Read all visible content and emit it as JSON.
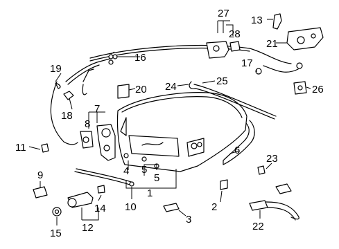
{
  "diagram": {
    "callouts": [
      {
        "id": "c1",
        "text": "1"
      },
      {
        "id": "c2",
        "text": "2"
      },
      {
        "id": "c3",
        "text": "3"
      },
      {
        "id": "c4",
        "text": "4"
      },
      {
        "id": "c5a",
        "text": "5"
      },
      {
        "id": "c5b",
        "text": "5"
      },
      {
        "id": "c6",
        "text": "6"
      },
      {
        "id": "c7",
        "text": "7"
      },
      {
        "id": "c8",
        "text": "8"
      },
      {
        "id": "c9",
        "text": "9"
      },
      {
        "id": "c10",
        "text": "10"
      },
      {
        "id": "c11",
        "text": "11"
      },
      {
        "id": "c12",
        "text": "12"
      },
      {
        "id": "c13",
        "text": "13"
      },
      {
        "id": "c14",
        "text": "14"
      },
      {
        "id": "c15",
        "text": "15"
      },
      {
        "id": "c16",
        "text": "16"
      },
      {
        "id": "c17",
        "text": "17"
      },
      {
        "id": "c18",
        "text": "18"
      },
      {
        "id": "c19",
        "text": "19"
      },
      {
        "id": "c20",
        "text": "20"
      },
      {
        "id": "c21",
        "text": "21"
      },
      {
        "id": "c22",
        "text": "22"
      },
      {
        "id": "c23",
        "text": "23"
      },
      {
        "id": "c24",
        "text": "24"
      },
      {
        "id": "c25",
        "text": "25"
      },
      {
        "id": "c26",
        "text": "26"
      },
      {
        "id": "c27",
        "text": "27"
      },
      {
        "id": "c28",
        "text": "28"
      }
    ]
  }
}
